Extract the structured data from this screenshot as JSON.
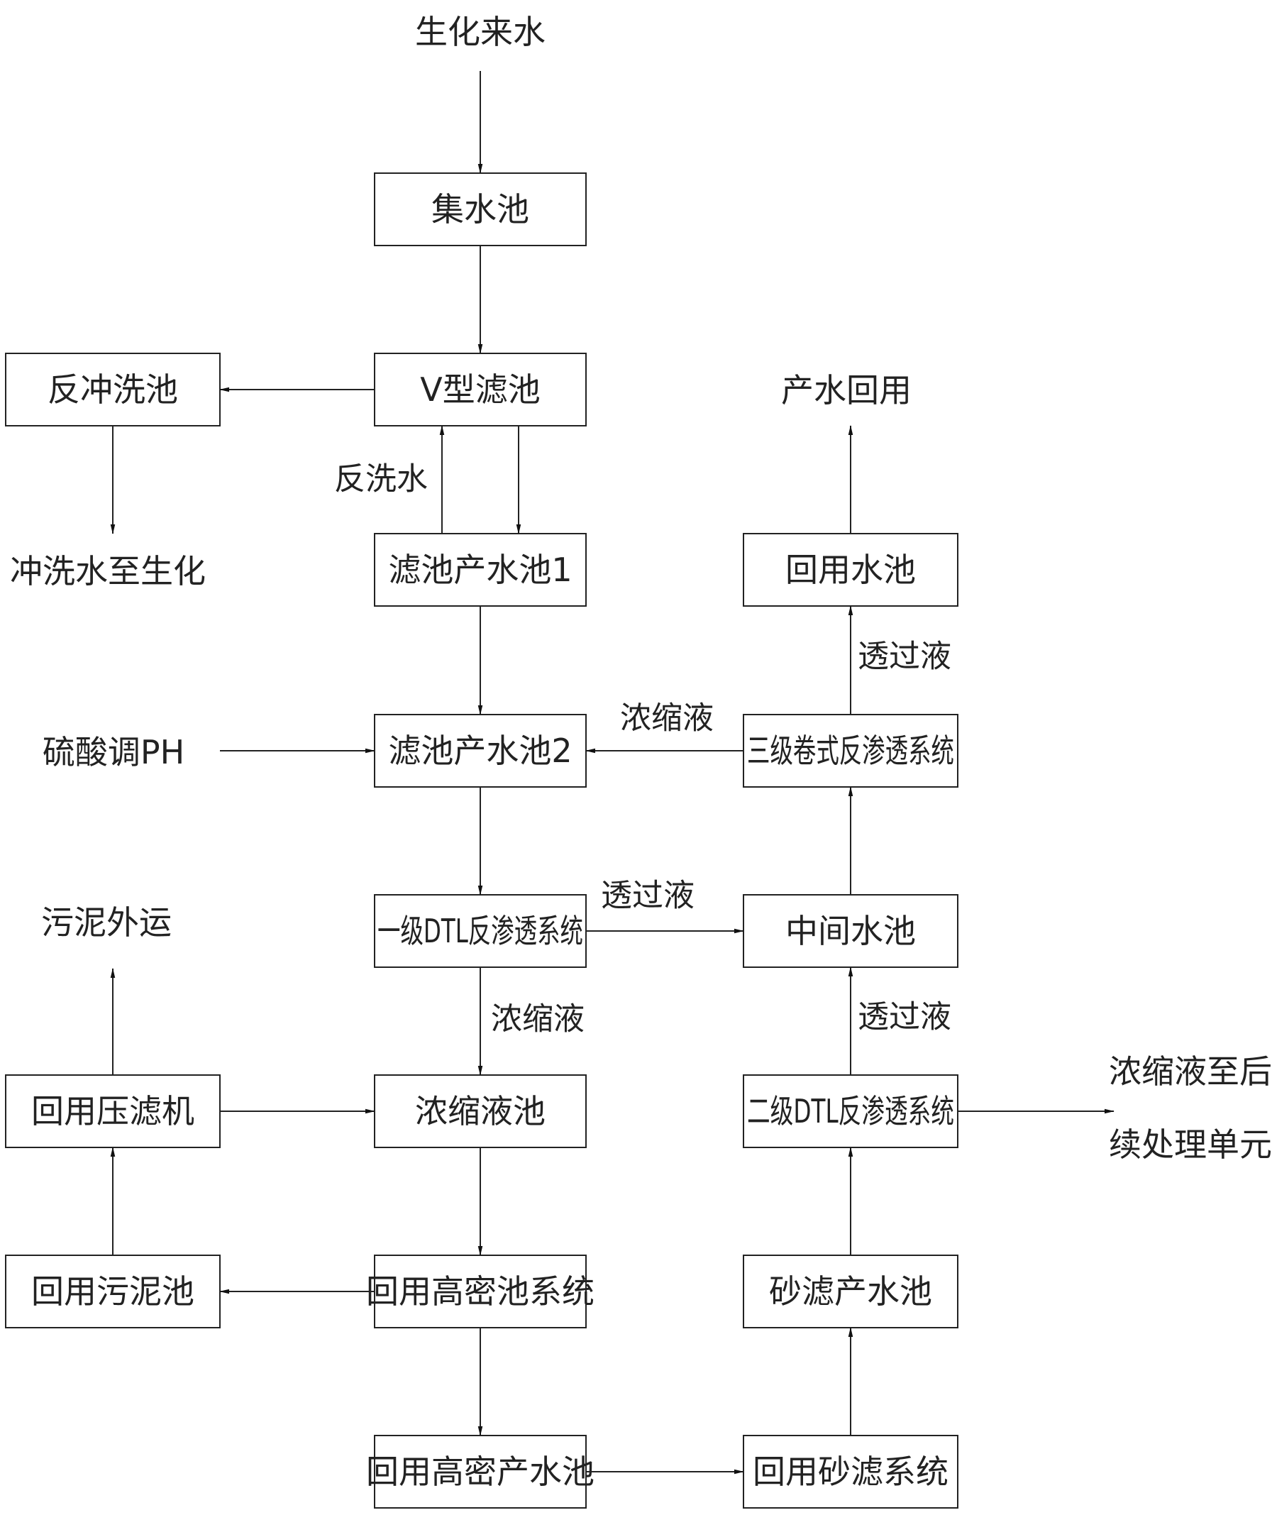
{
  "boxes": {
    "jishuichi": "集水池",
    "vxinglvchi": "V型滤池",
    "fanchongxichi": "反冲洗池",
    "lvchichanshuichi1": "滤池产水池1",
    "lvchichanshuichi2": "滤池产水池2",
    "yijidtl": "一级DTL反渗透系统",
    "nongsuoyechi": "浓缩液池",
    "huiyonggaomichixitong": "回用高密池系统",
    "huiyonggaomichanshuichi": "回用高密产水池",
    "huiyongyalvji": "回用压滤机",
    "huiyongwunichi": "回用污泥池",
    "huiyongshuichi": "回用水池",
    "sanjijuanshi": "三级卷式反渗透系统",
    "zhongjianshuichi": "中间水池",
    "erjidtl": "二级DTL反渗透系统",
    "shalvchanshuichi": "砂滤产水池",
    "huiyongshalvxitong": "回用砂滤系统"
  },
  "labels": {
    "shenghualaishui": "生化来水",
    "chongxishuizhishenghua": "冲洗水至生化",
    "fanxishui": "反洗水",
    "liusuantiaoph": "硫酸调PH",
    "wuniwaiyun": "污泥外运",
    "chanshuihuiyong": "产水回用",
    "nongsuoye_top": "浓缩液",
    "touguoye_top": "透过液",
    "touguoye_mid": "透过液",
    "nongsuoye_mid": "浓缩液",
    "touguoye_bottom": "透过液",
    "houxu_line1": "浓缩液至后",
    "houxu_line2": "续处理单元"
  }
}
